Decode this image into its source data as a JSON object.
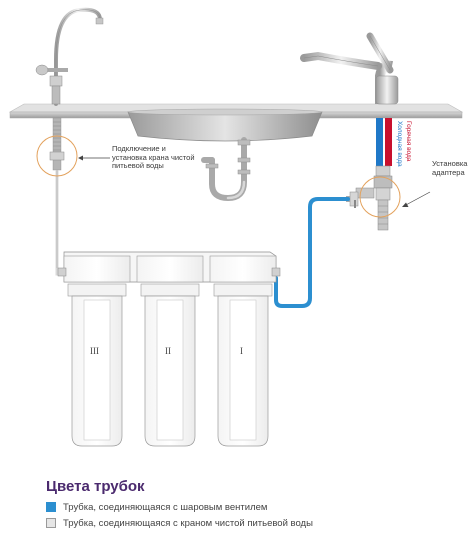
{
  "labels": {
    "faucet_connection": "Подключение и установка крана чистой питьевой воды",
    "adapter_install": "Установка адаптера",
    "cold_water": "Холодная вода",
    "hot_water": "Горячая вода"
  },
  "filters": [
    {
      "numeral": "III"
    },
    {
      "numeral": "II"
    },
    {
      "numeral": "I"
    }
  ],
  "legend": {
    "title": "Цвета трубок",
    "items": [
      {
        "text": "Трубка, соединяющаяся с шаровым вентилем",
        "color": "#2c8fd0"
      },
      {
        "text": "Трубка, соединяющаяся с краном чистой питьевой воды",
        "color": "#e6e6e6"
      }
    ]
  },
  "colors": {
    "blue_tube": "#2c8fd0",
    "cold": "#1f78c8",
    "hot": "#c8102e",
    "legend_title": "#4b2a6e"
  }
}
